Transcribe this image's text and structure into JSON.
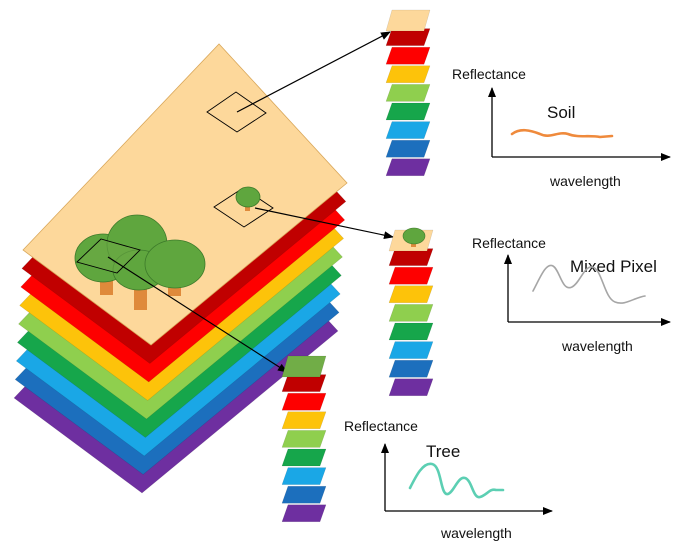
{
  "band_colors": [
    "#6e2fa0",
    "#1c6fbd",
    "#1aa7e6",
    "#16a64b",
    "#8fcf4e",
    "#fdc30a",
    "#fe0000",
    "#c00000"
  ],
  "colors": {
    "surface": "#fdd89b",
    "tree_green": "#5fa63e",
    "trunk": "#df8a3b",
    "soil_curve": "#ef8a3c",
    "mixed_curve": "#a6a6a6",
    "tree_curve": "#5ccfb3",
    "pixel_green": "#71ad47"
  },
  "icons": [
    "tree-icon",
    "arrow-icon"
  ],
  "plots": {
    "soil": {
      "ylabel": "Reflectance",
      "xlabel": "wavelength",
      "curve_label": "Soil"
    },
    "mixed": {
      "ylabel": "Reflectance",
      "xlabel": "wavelength",
      "curve_label": "Mixed Pixel"
    },
    "tree": {
      "ylabel": "Reflectance",
      "xlabel": "wavelength",
      "curve_label": "Tree"
    }
  }
}
